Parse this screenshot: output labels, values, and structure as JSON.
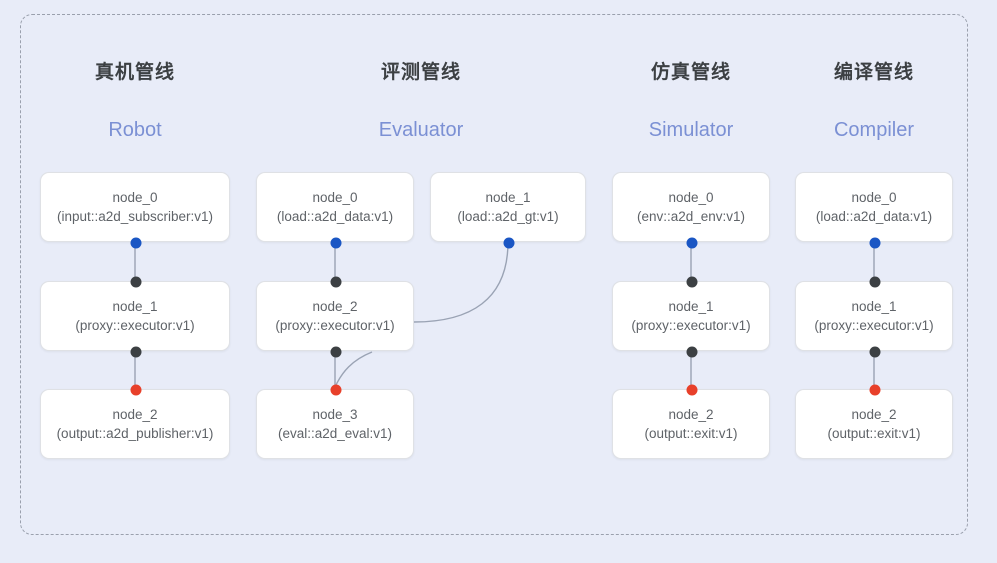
{
  "diagram": {
    "frame_style": "dashed-rounded-container",
    "background_color": "#e8ecf8",
    "node_fill": "#ffffff",
    "node_border": "#dfe1e5",
    "accent_en_title": "#7b90d4",
    "port_colors": {
      "source": "#1a56c4",
      "relay": "#3c4043",
      "sink": "#e8402a"
    },
    "edge_color": "#9aa3b4"
  },
  "columns": [
    {
      "title_cn": "真机管线",
      "title_en": "Robot",
      "nodes": [
        {
          "name": "node_0",
          "spec": "(input::a2d_subscriber:v1)"
        },
        {
          "name": "node_1",
          "spec": "(proxy::executor:v1)"
        },
        {
          "name": "node_2",
          "spec": "(output::a2d_publisher:v1)"
        }
      ]
    },
    {
      "title_cn": "评测管线",
      "title_en": "Evaluator",
      "nodes": [
        {
          "name": "node_0",
          "spec": "(load::a2d_data:v1)"
        },
        {
          "name": "node_1",
          "spec": "(load::a2d_gt:v1)"
        },
        {
          "name": "node_2",
          "spec": "(proxy::executor:v1)"
        },
        {
          "name": "node_3",
          "spec": "(eval::a2d_eval:v1)"
        }
      ]
    },
    {
      "title_cn": "仿真管线",
      "title_en": "Simulator",
      "nodes": [
        {
          "name": "node_0",
          "spec": "(env::a2d_env:v1)"
        },
        {
          "name": "node_1",
          "spec": "(proxy::executor:v1)"
        },
        {
          "name": "node_2",
          "spec": "(output::exit:v1)"
        }
      ]
    },
    {
      "title_cn": "编译管线",
      "title_en": "Compiler",
      "nodes": [
        {
          "name": "node_0",
          "spec": "(load::a2d_data:v1)"
        },
        {
          "name": "node_1",
          "spec": "(proxy::executor:v1)"
        },
        {
          "name": "node_2",
          "spec": "(output::exit:v1)"
        }
      ]
    }
  ]
}
